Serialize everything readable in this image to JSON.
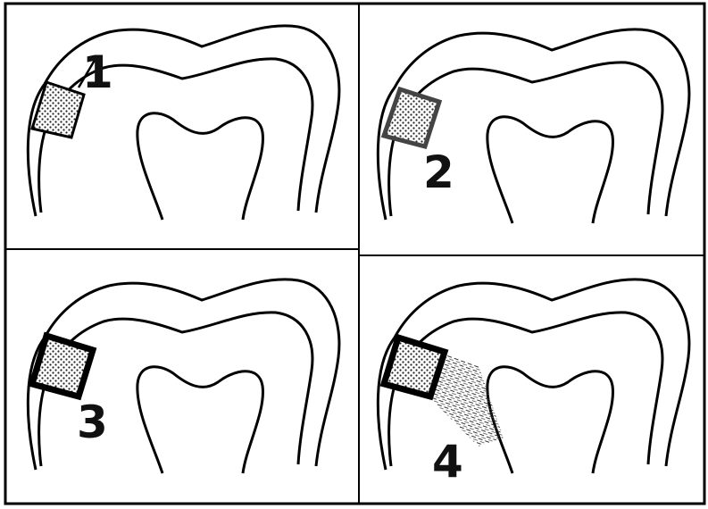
{
  "figure": {
    "panels": [
      {
        "number": "1"
      },
      {
        "number": "2"
      },
      {
        "number": "3"
      },
      {
        "number": "4"
      }
    ]
  }
}
